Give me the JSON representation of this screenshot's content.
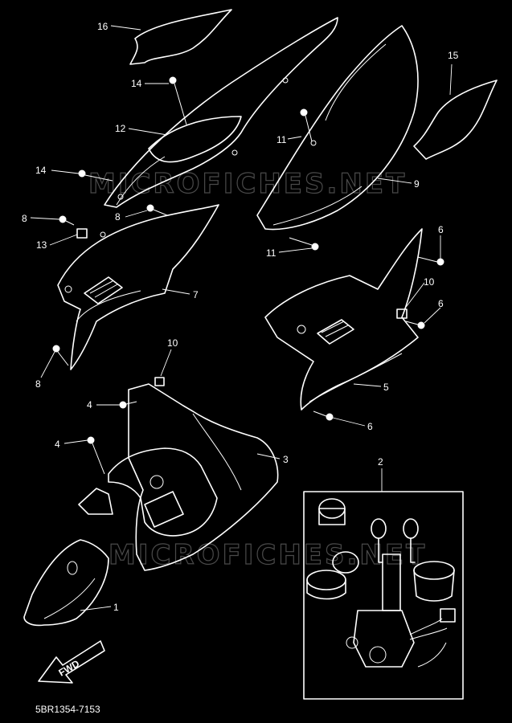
{
  "watermarks": [
    "MICROFICHES.NET",
    "MICROFICHES.NET"
  ],
  "callouts": [
    "16",
    "14",
    "12",
    "11",
    "15",
    "9",
    "14",
    "8",
    "8",
    "13",
    "11",
    "6",
    "7",
    "10",
    "6",
    "10",
    "8",
    "4",
    "5",
    "6",
    "4",
    "3",
    "2",
    "1"
  ],
  "fwd_label": "FWD",
  "part_code": "5BR1354-7153"
}
